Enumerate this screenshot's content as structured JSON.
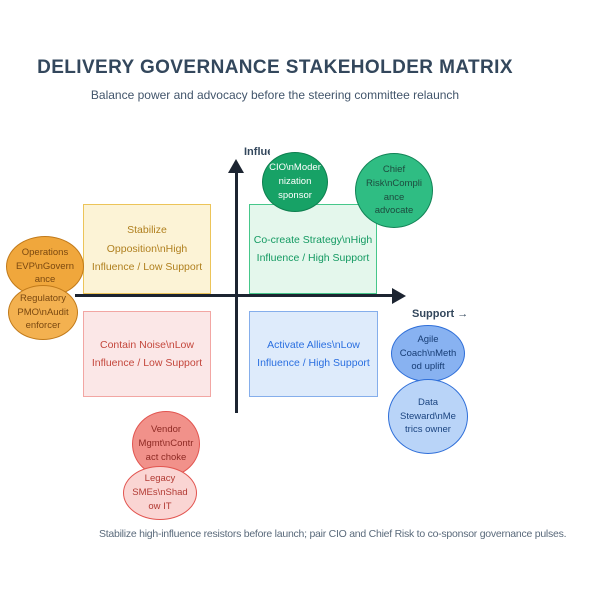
{
  "header": {
    "title": "DELIVERY GOVERNANCE STAKEHOLDER MATRIX",
    "subtitle": "Balance power and advocacy before the steering committee relaunch"
  },
  "colors": {
    "background": "#FFFFFF",
    "title_text": "#33475C",
    "axis": "#1C2431",
    "footnote_text": "#5A6A7B"
  },
  "axes": {
    "y_label": "Influence ↑",
    "x_label": "Support →"
  },
  "quadrants": [
    {
      "id": "high-influence-low-support",
      "label": "Stabilize Opposition\\nHigh Influence / Low Support",
      "fill": "#FCF3D6",
      "border": "#ECC459",
      "text_color": "#B0801F"
    },
    {
      "id": "high-influence-high-support",
      "label": "Co-create Strategy\\nHigh Influence / High Support",
      "fill": "#E4F7EC",
      "border": "#46C78A",
      "text_color": "#149A62"
    },
    {
      "id": "low-influence-low-support",
      "label": "Contain Noise\\nLow Influence / Low Support",
      "fill": "#FBE7E7",
      "border": "#F2A6A3",
      "text_color": "#C4473C"
    },
    {
      "id": "low-influence-high-support",
      "label": "Activate Allies\\nLow Influence / High Support",
      "fill": "#DEEBFB",
      "border": "#85AEEB",
      "text_color": "#2A6FE0"
    }
  ],
  "stakeholders": [
    {
      "id": "operations-evp",
      "label": "Operations EVP\\nGovernance",
      "fill": "#F0A73C",
      "border": "#C17A1A",
      "text_color": "#7A4810"
    },
    {
      "id": "regulatory-pmo",
      "label": "Regulatory PMO\\nAudit enforcer",
      "fill": "#F3B150",
      "border": "#C17A1A",
      "text_color": "#7A4810"
    },
    {
      "id": "cio",
      "label": "CIO\\nModernization sponsor",
      "fill": "#17A266",
      "border": "#0E7F4F",
      "text_color": "#FFFFFF"
    },
    {
      "id": "chief-risk",
      "label": "Chief Risk\\nCompliance advocate",
      "fill": "#2FBD83",
      "border": "#128356",
      "text_color": "#1D4B3E"
    },
    {
      "id": "vendor-mgmt",
      "label": "Vendor Mgmt\\nContract choke",
      "fill": "#F1918A",
      "border": "#E25550",
      "text_color": "#8E2A24"
    },
    {
      "id": "legacy-smes",
      "label": "Legacy SMEs\\nShadow IT",
      "fill": "#FAD5D3",
      "border": "#E25550",
      "text_color": "#B23B34"
    },
    {
      "id": "agile-coach",
      "label": "Agile Coach\\nMethod uplift",
      "fill": "#88B2F1",
      "border": "#2F6FD9",
      "text_color": "#173D75"
    },
    {
      "id": "data-steward",
      "label": "Data Steward\\nMetrics owner",
      "fill": "#B9D4F8",
      "border": "#2F6FD9",
      "text_color": "#1B4480"
    }
  ],
  "footnote": "Stabilize high-influence resistors before launch; pair CIO and Chief Risk to co-sponsor governance pulses."
}
